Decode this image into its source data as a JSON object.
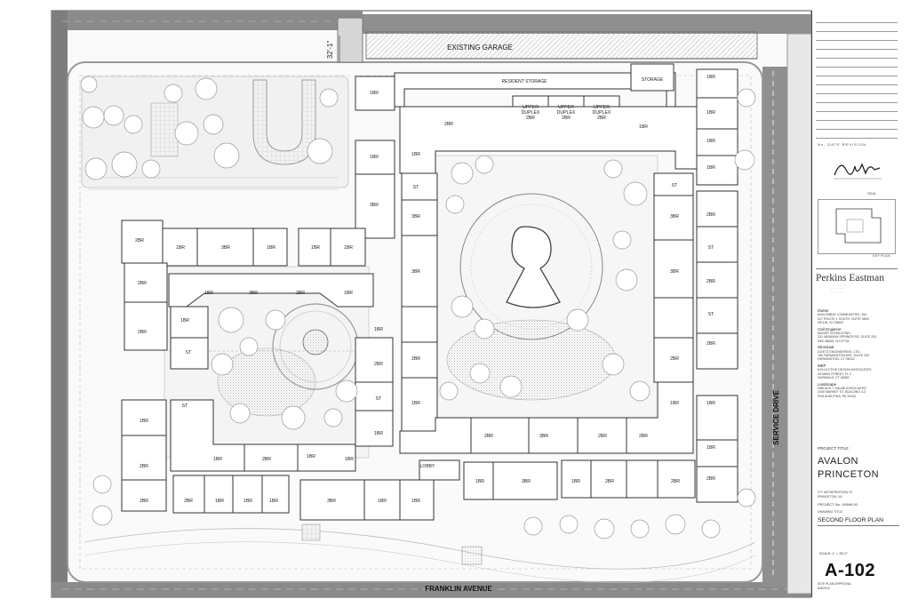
{
  "plan": {
    "existing_garage": "EXISTING GARAGE",
    "resident_storage": "RESIDENT STORAGE",
    "storage": "STORAGE",
    "lobby": "LOBBY",
    "street_south": "FRANKLIN AVENUE",
    "street_east": "SERVICE DRIVE",
    "dimension": "32'-1\"",
    "units": {
      "br1": "1BR",
      "br2": "2BR",
      "br3": "3BR",
      "st": "ST",
      "upper_duplex_line1": "UPPER",
      "upper_duplex_line2": "DUPLEX",
      "upper_duplex_line3": "2BR"
    }
  },
  "title_block": {
    "revision_headers": "No.   DATE   REVISION",
    "seal_label": "SEAL",
    "key_plan_label": "KEY PLAN",
    "firm_name": "Perkins Eastman",
    "consultants": [
      {
        "role": "Owner",
        "lines": [
          "AVALONBAY COMMUNITIES, INC.",
          "517 ROUTE 1 SOUTH, SUITE 5500",
          "ISELIN, NJ 08830"
        ]
      },
      {
        "role": "Civil Engineer",
        "lines": [
          "MASER CONSULTING",
          "331 NEWMAN SPRINGS RD, SUITE 203",
          "RED BANK, NJ 07701"
        ]
      },
      {
        "role": "Structural",
        "lines": [
          "GOETZ ENGINEERING, LTD.",
          "780 FARMINGTON AVE, SUITE 200",
          "FARMINGTON, CT 06032"
        ]
      },
      {
        "role": "MEP",
        "lines": [
          "KOLLECTIVE DESIGN ASSOCIATES",
          "25 MAIN STREET, FL 2",
          "NORWALK, CT 06851"
        ]
      },
      {
        "role": "Landscape",
        "lines": [
          "NIBLACK + HALBE ASSOCIATES",
          "2400 MARKET ST, BUILDING 3-2",
          "PHILADELPHIA, PA 19103"
        ]
      }
    ],
    "project_title_label": "PROJECT TITLE:",
    "project_name_line1": "AVALON",
    "project_name_line2": "PRINCETON",
    "project_address_line1": "277 WITHERSPOON ST",
    "project_address_line2": "PRINCETON, NJ",
    "project_no": "PROJECT No.: 69590.00",
    "drawing_title_label": "DRAWING TITLE:",
    "drawing_title": "SECOND FLOOR PLAN",
    "scale": "SCALE: 1\" = 30'-0\"",
    "sheet_number": "A-102",
    "issue_line1": "SITE PLAN APPROVAL",
    "issue_line2": "6/8/2012"
  }
}
